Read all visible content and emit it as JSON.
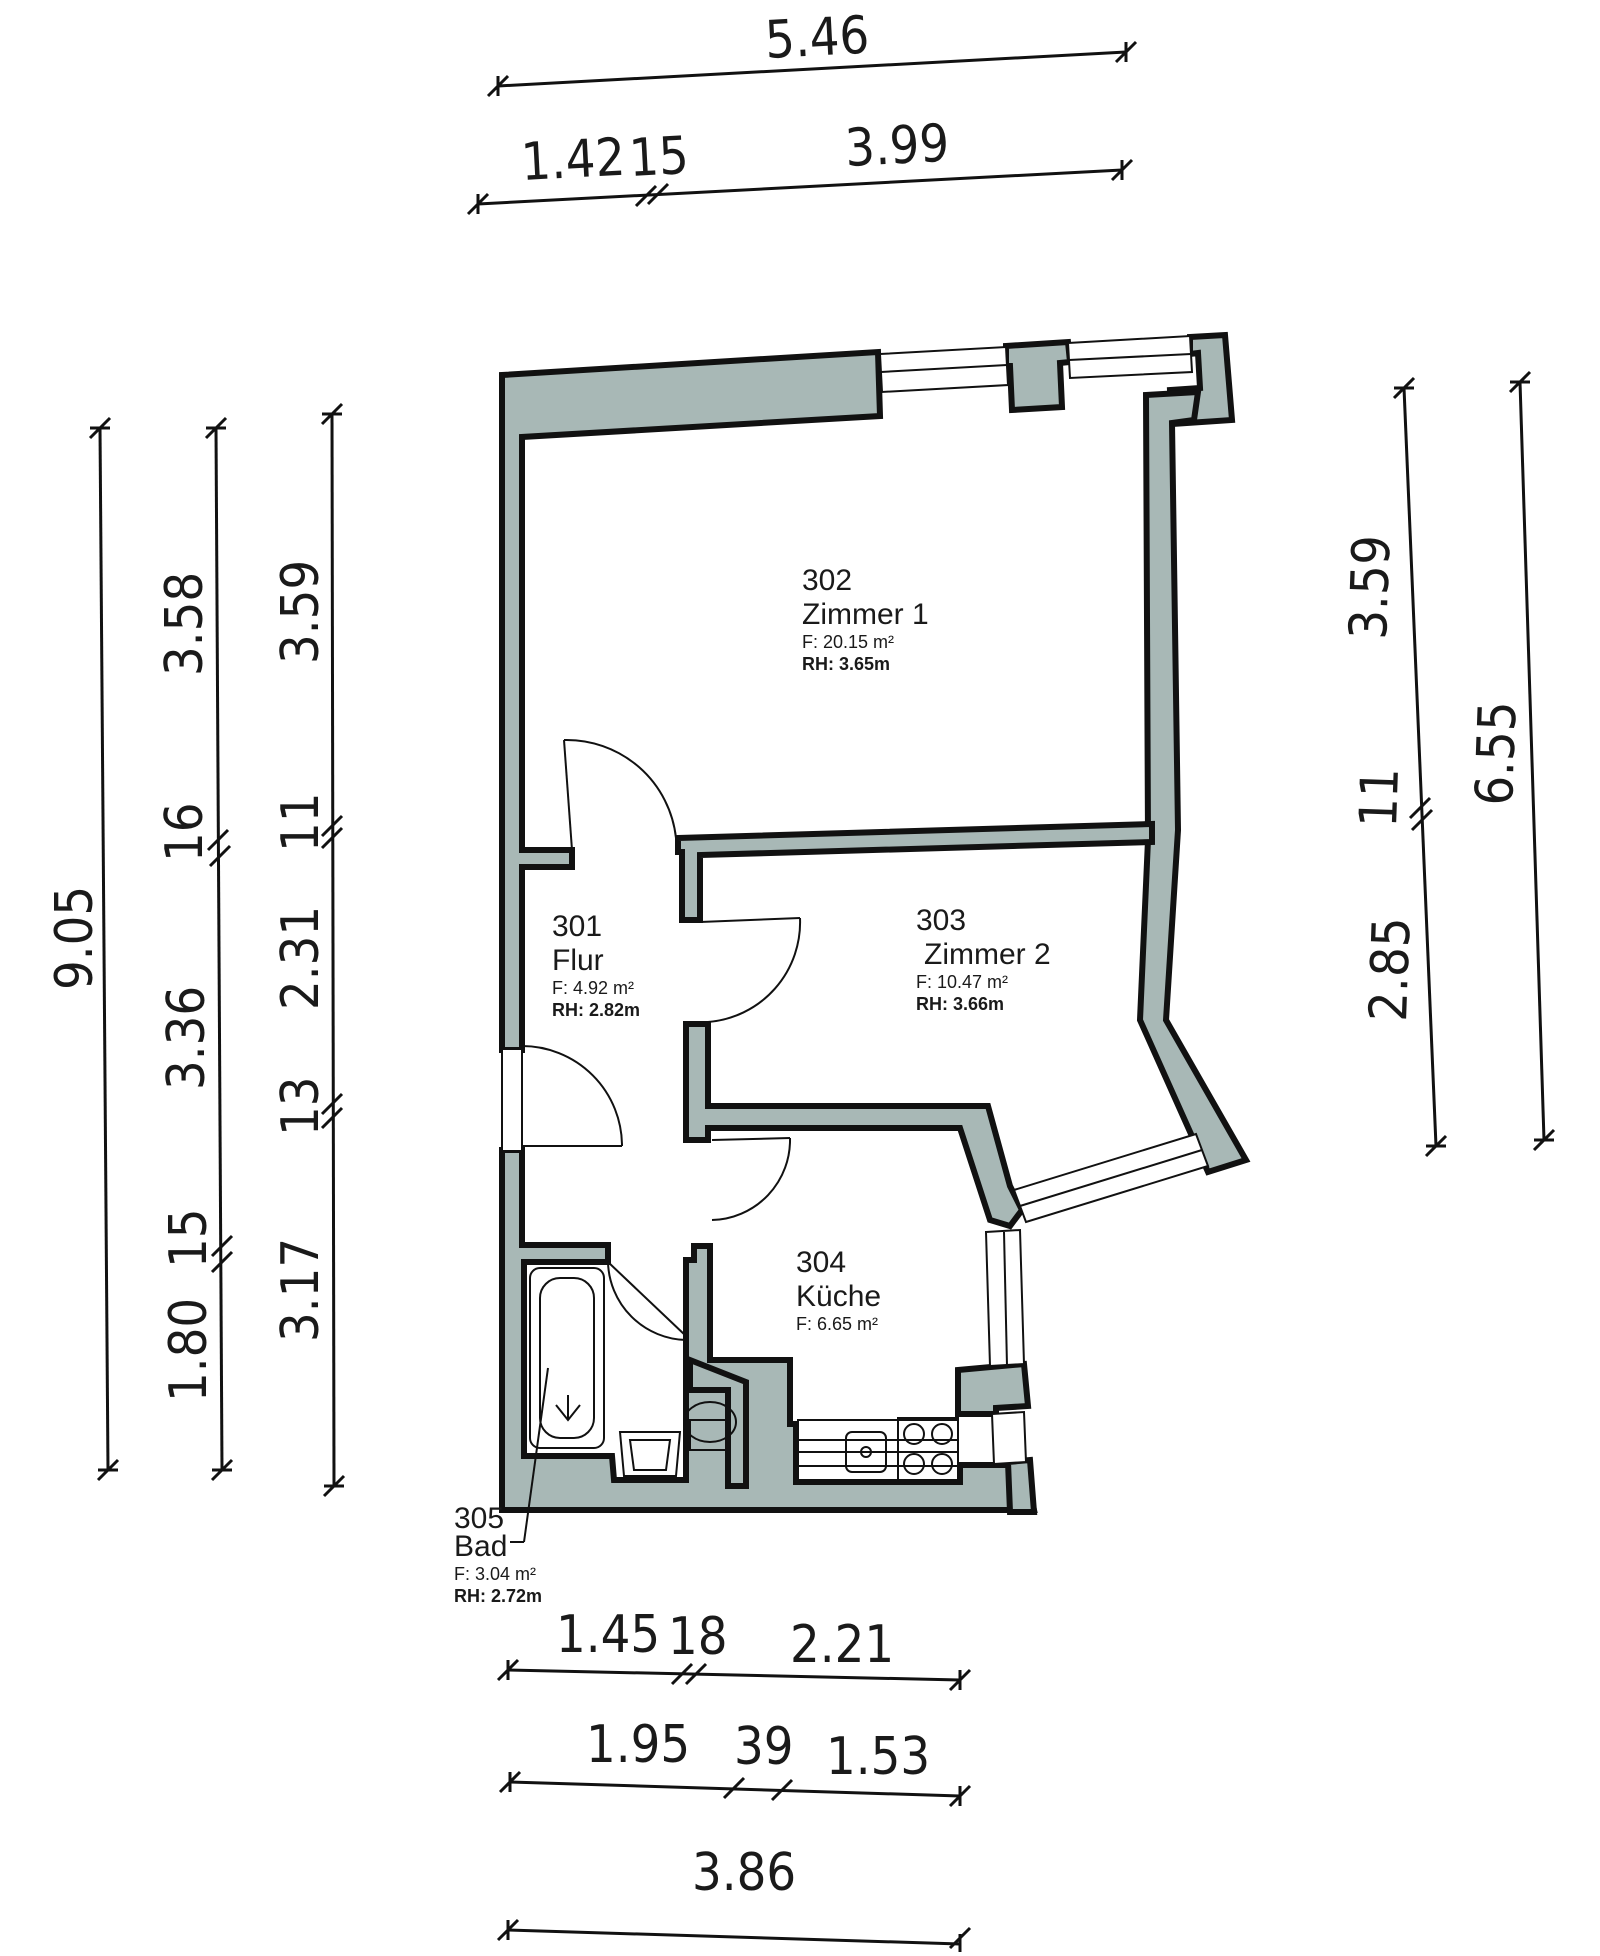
{
  "dimensions": {
    "top_total": "5.46",
    "top_parts": [
      "1.42",
      "15",
      "3.99"
    ],
    "left_total": "9.05",
    "left_col2": [
      "3.58",
      "16",
      "3.36",
      "15",
      "1.80"
    ],
    "left_col3": [
      "3.59",
      "11",
      "2.31",
      "13",
      "3.17"
    ],
    "right_col1": [
      "3.59",
      "11",
      "2.85"
    ],
    "right_total": "6.55",
    "bottom_row1": [
      "1.45",
      "18",
      "2.21"
    ],
    "bottom_row2": [
      "1.95",
      "39",
      "1.53"
    ],
    "bottom_total": "3.86"
  },
  "rooms": {
    "r302": {
      "number": "302",
      "name": "Zimmer 1",
      "area": "F:  20.15  m²",
      "height": "RH:  3.65m"
    },
    "r301": {
      "number": "301",
      "name": "Flur",
      "area": "F:  4.92  m²",
      "height": "RH:  2.82m"
    },
    "r303": {
      "number": "303",
      "name": "Zimmer 2",
      "area": "F:  10.47  m²",
      "height": "RH:  3.66m"
    },
    "r304": {
      "number": "304",
      "name": "Küche",
      "area": "F:  6.65  m²"
    },
    "r305": {
      "number": "305",
      "name": "Bad",
      "area": "F:  3.04  m²",
      "height": "RH:  2.72m"
    }
  },
  "colors": {
    "wall_fill": "#a8b8b6",
    "line": "#111111"
  }
}
